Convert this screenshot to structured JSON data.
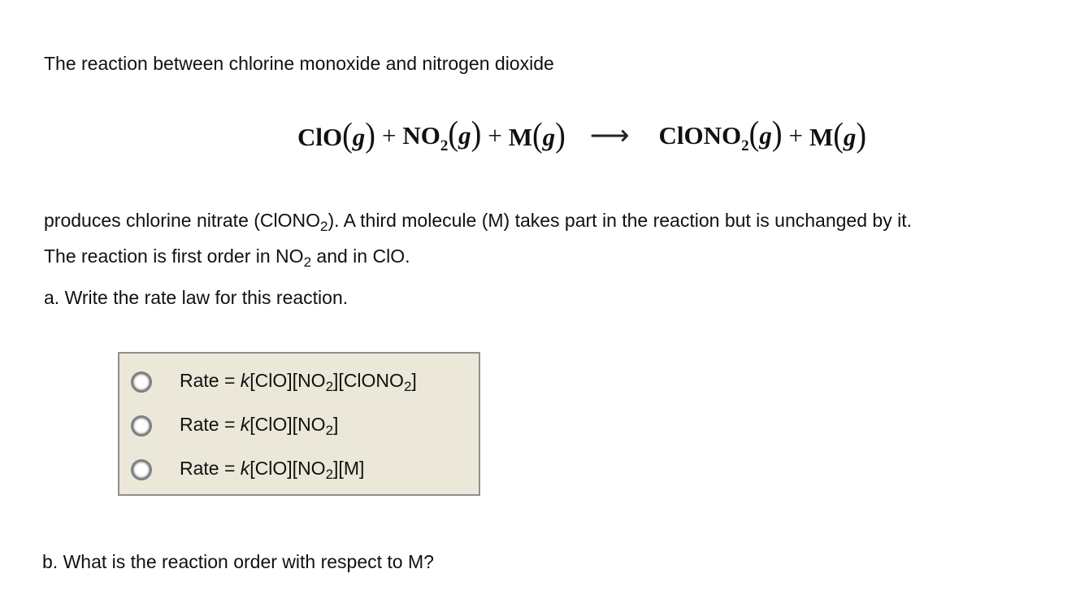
{
  "intro": "The reaction between chlorine monoxide and nitrogen dioxide",
  "equation": {
    "reactants": [
      {
        "formula": "ClO",
        "sub": "",
        "state": "g"
      },
      {
        "formula": "NO",
        "sub": "2",
        "state": "g"
      },
      {
        "formula": "M",
        "sub": "",
        "state": "g"
      }
    ],
    "products": [
      {
        "formula": "ClONO",
        "sub": "2",
        "state": "g"
      },
      {
        "formula": "M",
        "sub": "",
        "state": "g"
      }
    ],
    "plus": "+",
    "arrow": "⟶"
  },
  "paragraph": {
    "part1": "produces chlorine nitrate (ClONO",
    "sub1": "2",
    "part2": "). A third molecule (M) takes part in the reaction but is unchanged by it.",
    "line2_part1": "The reaction is first order in NO",
    "line2_sub": "2",
    "line2_part2": " and in ClO."
  },
  "question_a": "a. Write the rate law for this reaction.",
  "choices": [
    {
      "prefix": "Rate = ",
      "k": "k",
      "body": "[ClO][NO",
      "sub": "2",
      "tail": "][ClONO",
      "sub2": "2",
      "end": "]",
      "selected": false
    },
    {
      "prefix": "Rate = ",
      "k": "k",
      "body": "[ClO][NO",
      "sub": "2",
      "tail": "]",
      "sub2": "",
      "end": "",
      "selected": false
    },
    {
      "prefix": "Rate = ",
      "k": "k",
      "body": "[ClO][NO",
      "sub": "2",
      "tail": "][M]",
      "sub2": "",
      "end": "",
      "selected": false
    }
  ],
  "question_b": "b. What is the reaction order with respect to M?"
}
